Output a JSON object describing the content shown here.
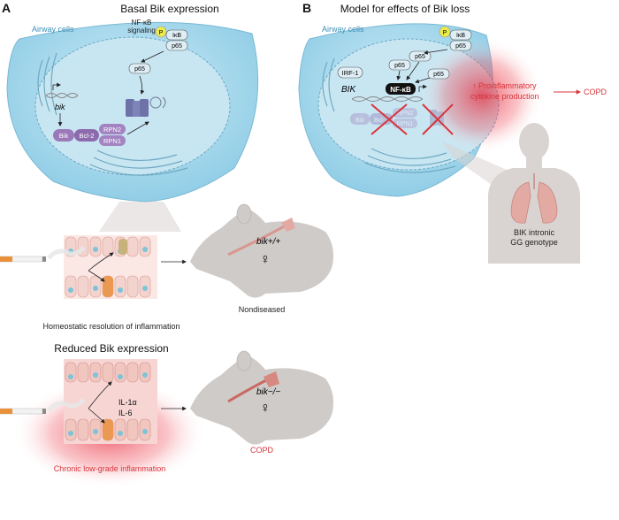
{
  "panels": {
    "a": {
      "letter": "A",
      "title": "Basal Bik expression",
      "cell_label": "Airway cells",
      "nfkb_signaling_line1": "NF-κB",
      "nfkb_signaling_line2": "signaling",
      "p_label": "P",
      "ikb_label": "IκB",
      "p65_label": "p65",
      "bik_gene": "bik",
      "bik_protein": "Bik",
      "bcl2": "Bcl-2",
      "rpn2": "RPN2",
      "rpn1": "RPN1",
      "mouse_genotype": "bik+/+",
      "female_symbol": "♀",
      "outcome": "Nondiseased",
      "caption": "Homeostatic resolution of inflammation"
    },
    "b": {
      "letter": "B",
      "title": "Model for effects of Bik loss",
      "cell_label": "Airway cells",
      "p_label": "P",
      "ikb_label": "IκB",
      "p65_label": "p65",
      "irf1": "IRF-1",
      "bik_gene": "BIK",
      "nfkb": "NF-κB",
      "bik_protein": "Bik",
      "bcl2": "Bcl-2",
      "rpn2": "RPN2",
      "rpn1": "RPN1",
      "effect_line1": "↑ Proinflammatory",
      "effect_line2": "cytokine production",
      "outcome": "COPD",
      "genotype_line1": "BIK intronic",
      "genotype_line2": "GG genotype"
    },
    "c": {
      "title": "Reduced Bik expression",
      "il1a": "IL-1α",
      "il6": "IL-6",
      "mouse_genotype": "bik−/−",
      "female_symbol": "♀",
      "outcome": "COPD",
      "caption": "Chronic low-grade inflammation"
    }
  },
  "colors": {
    "cell_blue": "#a9d8ec",
    "nucleus_blue": "#c9e7f3",
    "protein_purple": "#9b78b8",
    "alert_red": "#d8343a",
    "mouse_gray": "#cfcbc8",
    "human_gray": "#d9d4d2",
    "phospho_yellow": "#ecec4a"
  },
  "icons": [
    "cigarette-icon",
    "mouse-silhouette-icon",
    "human-silhouette-icon",
    "lung-icon",
    "proteasome-icon",
    "dna-icon",
    "x-mark-icon"
  ]
}
